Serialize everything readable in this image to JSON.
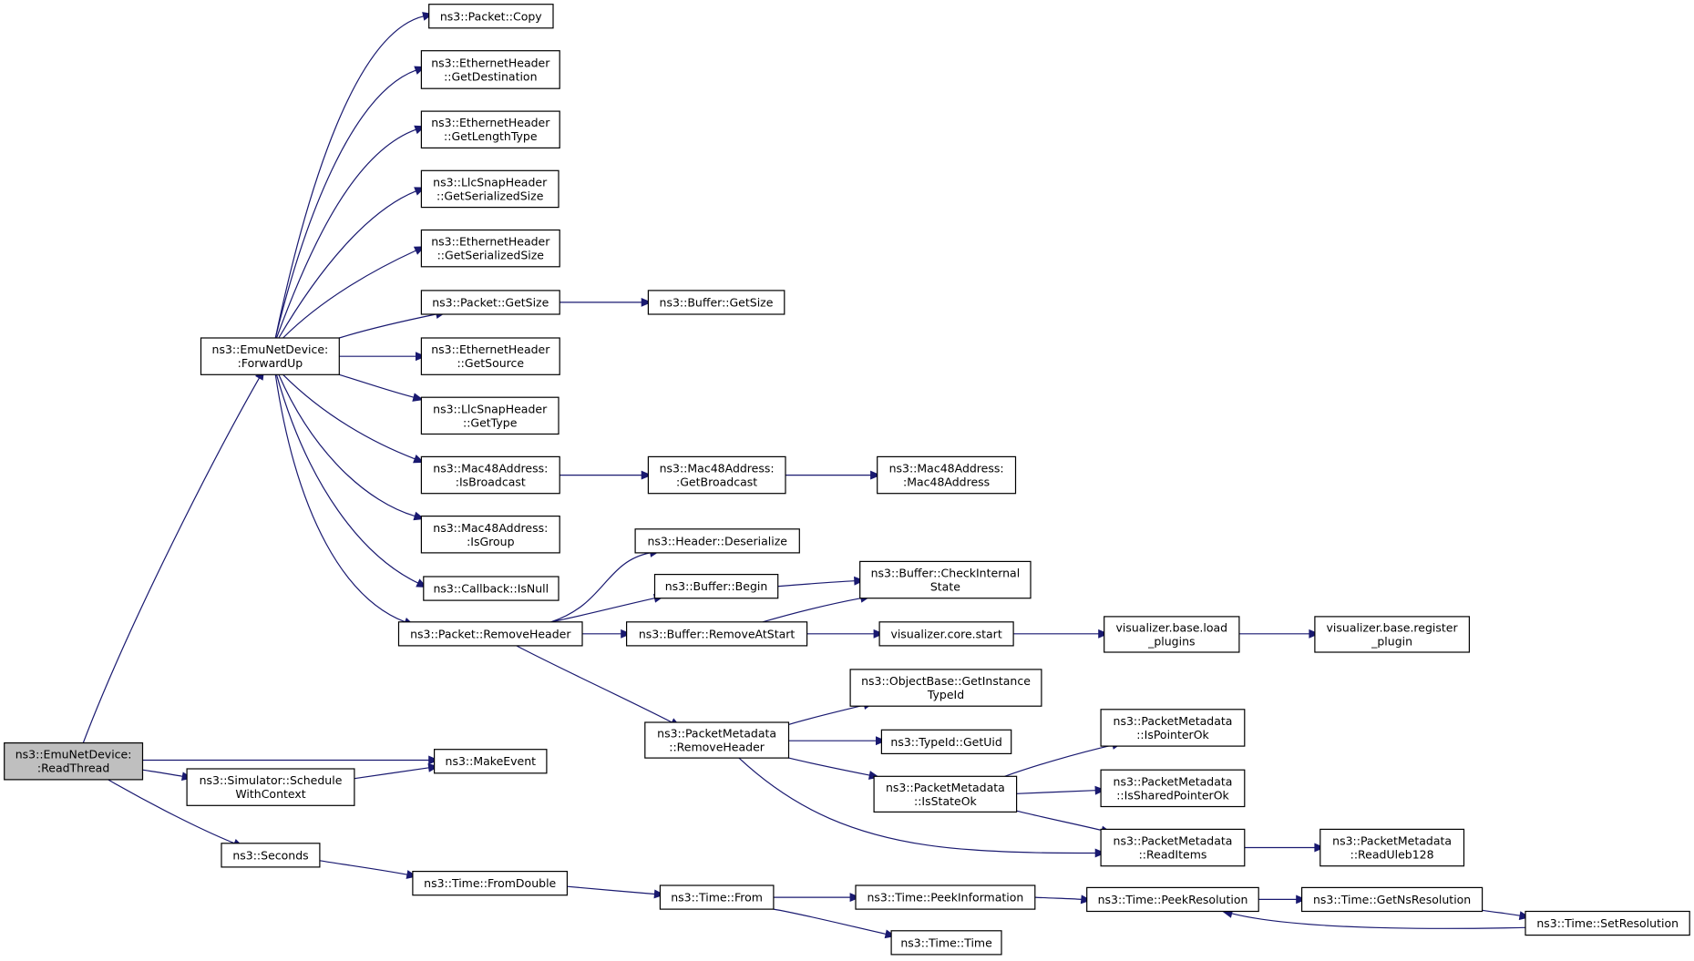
{
  "diagram": {
    "type": "call-graph",
    "nodes": [
      {
        "id": "readthread",
        "lines": [
          "ns3::EmuNetDevice:",
          ":ReadThread"
        ]
      },
      {
        "id": "forwardup",
        "lines": [
          "ns3::EmuNetDevice:",
          ":ForwardUp"
        ]
      },
      {
        "id": "packet-copy",
        "lines": [
          "ns3::Packet::Copy"
        ]
      },
      {
        "id": "eth-getdestination",
        "lines": [
          "ns3::EthernetHeader",
          "::GetDestination"
        ]
      },
      {
        "id": "eth-getlengthtype",
        "lines": [
          "ns3::EthernetHeader",
          "::GetLengthType"
        ]
      },
      {
        "id": "llc-getserializedsize",
        "lines": [
          "ns3::LlcSnapHeader",
          "::GetSerializedSize"
        ]
      },
      {
        "id": "eth-getserializedsize",
        "lines": [
          "ns3::EthernetHeader",
          "::GetSerializedSize"
        ]
      },
      {
        "id": "packet-getsize",
        "lines": [
          "ns3::Packet::GetSize"
        ]
      },
      {
        "id": "buffer-getsize",
        "lines": [
          "ns3::Buffer::GetSize"
        ]
      },
      {
        "id": "eth-getsource",
        "lines": [
          "ns3::EthernetHeader",
          "::GetSource"
        ]
      },
      {
        "id": "llc-gettype",
        "lines": [
          "ns3::LlcSnapHeader",
          "::GetType"
        ]
      },
      {
        "id": "mac-isbroadcast",
        "lines": [
          "ns3::Mac48Address:",
          ":IsBroadcast"
        ]
      },
      {
        "id": "mac-getbroadcast",
        "lines": [
          "ns3::Mac48Address:",
          ":GetBroadcast"
        ]
      },
      {
        "id": "mac-ctor",
        "lines": [
          "ns3::Mac48Address:",
          ":Mac48Address"
        ]
      },
      {
        "id": "mac-isgroup",
        "lines": [
          "ns3::Mac48Address:",
          ":IsGroup"
        ]
      },
      {
        "id": "callback-isnull",
        "lines": [
          "ns3::Callback::IsNull"
        ]
      },
      {
        "id": "packet-removeheader",
        "lines": [
          "ns3::Packet::RemoveHeader"
        ]
      },
      {
        "id": "header-deserialize",
        "lines": [
          "ns3::Header::Deserialize"
        ]
      },
      {
        "id": "buffer-begin",
        "lines": [
          "ns3::Buffer::Begin"
        ]
      },
      {
        "id": "buffer-checkinternalstate",
        "lines": [
          "ns3::Buffer::CheckInternal",
          "State"
        ]
      },
      {
        "id": "buffer-removeatstart",
        "lines": [
          "ns3::Buffer::RemoveAtStart"
        ]
      },
      {
        "id": "vis-core-start",
        "lines": [
          "visualizer.core.start"
        ]
      },
      {
        "id": "vis-load-plugins",
        "lines": [
          "visualizer.base.load",
          "_plugins"
        ]
      },
      {
        "id": "vis-register-plugin",
        "lines": [
          "visualizer.base.register",
          "_plugin"
        ]
      },
      {
        "id": "objectbase-getinstancetypeid",
        "lines": [
          "ns3::ObjectBase::GetInstance",
          "TypeId"
        ]
      },
      {
        "id": "pm-removeheader",
        "lines": [
          "ns3::PacketMetadata",
          "::RemoveHeader"
        ]
      },
      {
        "id": "typeid-getuid",
        "lines": [
          "ns3::TypeId::GetUid"
        ]
      },
      {
        "id": "pm-ispointerok",
        "lines": [
          "ns3::PacketMetadata",
          "::IsPointerOk"
        ]
      },
      {
        "id": "pm-isstateok",
        "lines": [
          "ns3::PacketMetadata",
          "::IsStateOk"
        ]
      },
      {
        "id": "pm-issharedpointerok",
        "lines": [
          "ns3::PacketMetadata",
          "::IsSharedPointerOk"
        ]
      },
      {
        "id": "pm-readitems",
        "lines": [
          "ns3::PacketMetadata",
          "::ReadItems"
        ]
      },
      {
        "id": "pm-readuleb128",
        "lines": [
          "ns3::PacketMetadata",
          "::ReadUleb128"
        ]
      },
      {
        "id": "makeevent",
        "lines": [
          "ns3::MakeEvent"
        ]
      },
      {
        "id": "sim-schedulewithcontext",
        "lines": [
          "ns3::Simulator::Schedule",
          "WithContext"
        ]
      },
      {
        "id": "seconds",
        "lines": [
          "ns3::Seconds"
        ]
      },
      {
        "id": "time-fromdouble",
        "lines": [
          "ns3::Time::FromDouble"
        ]
      },
      {
        "id": "time-from",
        "lines": [
          "ns3::Time::From"
        ]
      },
      {
        "id": "time-peekinformation",
        "lines": [
          "ns3::Time::PeekInformation"
        ]
      },
      {
        "id": "time-peekresolution",
        "lines": [
          "ns3::Time::PeekResolution"
        ]
      },
      {
        "id": "time-getnsresolution",
        "lines": [
          "ns3::Time::GetNsResolution"
        ]
      },
      {
        "id": "time-setresolution",
        "lines": [
          "ns3::Time::SetResolution"
        ]
      },
      {
        "id": "time-time",
        "lines": [
          "ns3::Time::Time"
        ]
      }
    ],
    "edges": [
      [
        "readthread",
        "forwardup"
      ],
      [
        "readthread",
        "makeevent"
      ],
      [
        "readthread",
        "sim-schedulewithcontext"
      ],
      [
        "readthread",
        "seconds"
      ],
      [
        "forwardup",
        "packet-copy"
      ],
      [
        "forwardup",
        "eth-getdestination"
      ],
      [
        "forwardup",
        "eth-getlengthtype"
      ],
      [
        "forwardup",
        "llc-getserializedsize"
      ],
      [
        "forwardup",
        "eth-getserializedsize"
      ],
      [
        "forwardup",
        "packet-getsize"
      ],
      [
        "forwardup",
        "eth-getsource"
      ],
      [
        "forwardup",
        "llc-gettype"
      ],
      [
        "forwardup",
        "mac-isbroadcast"
      ],
      [
        "forwardup",
        "mac-isgroup"
      ],
      [
        "forwardup",
        "callback-isnull"
      ],
      [
        "forwardup",
        "packet-removeheader"
      ],
      [
        "packet-getsize",
        "buffer-getsize"
      ],
      [
        "mac-isbroadcast",
        "mac-getbroadcast"
      ],
      [
        "mac-getbroadcast",
        "mac-ctor"
      ],
      [
        "packet-removeheader",
        "header-deserialize"
      ],
      [
        "packet-removeheader",
        "buffer-begin"
      ],
      [
        "packet-removeheader",
        "buffer-removeatstart"
      ],
      [
        "packet-removeheader",
        "pm-removeheader"
      ],
      [
        "buffer-begin",
        "buffer-checkinternalstate"
      ],
      [
        "buffer-removeatstart",
        "buffer-checkinternalstate"
      ],
      [
        "buffer-removeatstart",
        "vis-core-start"
      ],
      [
        "vis-core-start",
        "vis-load-plugins"
      ],
      [
        "vis-load-plugins",
        "vis-register-plugin"
      ],
      [
        "pm-removeheader",
        "objectbase-getinstancetypeid"
      ],
      [
        "pm-removeheader",
        "typeid-getuid"
      ],
      [
        "pm-removeheader",
        "pm-isstateok"
      ],
      [
        "pm-removeheader",
        "pm-readitems"
      ],
      [
        "pm-isstateok",
        "pm-ispointerok"
      ],
      [
        "pm-isstateok",
        "pm-issharedpointerok"
      ],
      [
        "pm-isstateok",
        "pm-readitems"
      ],
      [
        "pm-readitems",
        "pm-readuleb128"
      ],
      [
        "sim-schedulewithcontext",
        "makeevent"
      ],
      [
        "seconds",
        "time-fromdouble"
      ],
      [
        "time-fromdouble",
        "time-from"
      ],
      [
        "time-from",
        "time-peekinformation"
      ],
      [
        "time-from",
        "time-time"
      ],
      [
        "time-peekinformation",
        "time-peekresolution"
      ],
      [
        "time-peekresolution",
        "time-getnsresolution"
      ],
      [
        "time-getnsresolution",
        "time-setresolution"
      ],
      [
        "time-setresolution",
        "time-peekresolution"
      ]
    ],
    "colors": {
      "edge": "#191970",
      "root_fill": "#bfbfbf",
      "node_fill": "#ffffff"
    }
  }
}
